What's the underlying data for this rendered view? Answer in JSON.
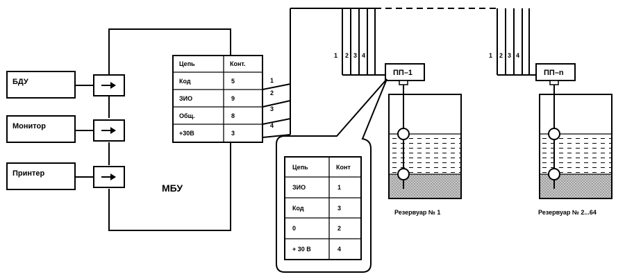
{
  "devices": {
    "bdu": "БДУ",
    "monitor": "Монитор",
    "printer": "Принтер",
    "mbu": "МБУ"
  },
  "mbu_table": {
    "header": [
      "Цепь",
      "Конт."
    ],
    "rows": [
      [
        "Код",
        "5"
      ],
      [
        "ЗИО",
        "9"
      ],
      [
        "Общ.",
        "8"
      ],
      [
        "+30В",
        "3"
      ]
    ]
  },
  "wire_numbers": [
    "1",
    "2",
    "3",
    "4"
  ],
  "callout_table": {
    "header": [
      "Цепь",
      "Конт"
    ],
    "rows": [
      [
        "ЗИО",
        "1"
      ],
      [
        "Код",
        "3"
      ],
      [
        "0",
        "2"
      ],
      [
        "+ 30 В",
        "4"
      ]
    ]
  },
  "sensor1": "ПП–1",
  "sensorN": "ПП–n",
  "tank1_label": "Резервуар № 1",
  "tankN_label": "Резервуар № 2...64"
}
